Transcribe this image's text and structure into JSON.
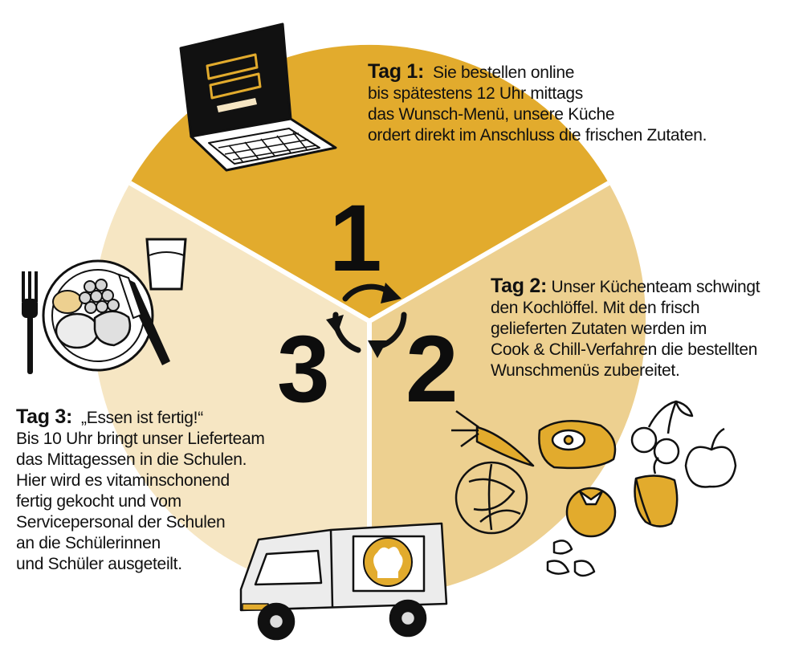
{
  "steps": [
    {
      "number": "1",
      "heading": "Tag 1:",
      "intro": "Sie bestellen online",
      "lines": [
        "bis spätestens 12 Uhr mittags",
        "das Wunsch-Menü, unsere Küche",
        "ordert direkt im Anschluss die frischen Zutaten."
      ]
    },
    {
      "number": "2",
      "heading": "Tag 2:",
      "intro": "Unser Küchenteam schwingt",
      "lines": [
        "den Kochlöffel. Mit den frisch",
        "gelieferten Zutaten werden im",
        "Cook & Chill-Verfahren die bestellten",
        "Wunschmenüs zubereitet."
      ]
    },
    {
      "number": "3",
      "heading": "Tag 3:",
      "intro": "„Essen ist fertig!“",
      "lines": [
        "Bis 10 Uhr bringt unser Lieferteam",
        "das Mittagessen in die Schulen.",
        "Hier wird es vitaminschonend",
        "fertig gekocht und vom",
        "Servicepersonal der Schulen",
        "an die Schülerinnen",
        "und Schüler ausgeteilt."
      ]
    }
  ],
  "colors": {
    "segment_1": "#e2ab2d",
    "segment_2": "#edd090",
    "segment_3": "#f6e6c3",
    "accent": "#e8b73a",
    "ink": "#111111"
  },
  "icons": [
    "laptop-icon",
    "plate-icon",
    "glass-icon",
    "fork-icon",
    "knife-icon",
    "cycle-arrows-icon",
    "vegetables-icon",
    "delivery-van-icon",
    "chef-hat-icon"
  ]
}
